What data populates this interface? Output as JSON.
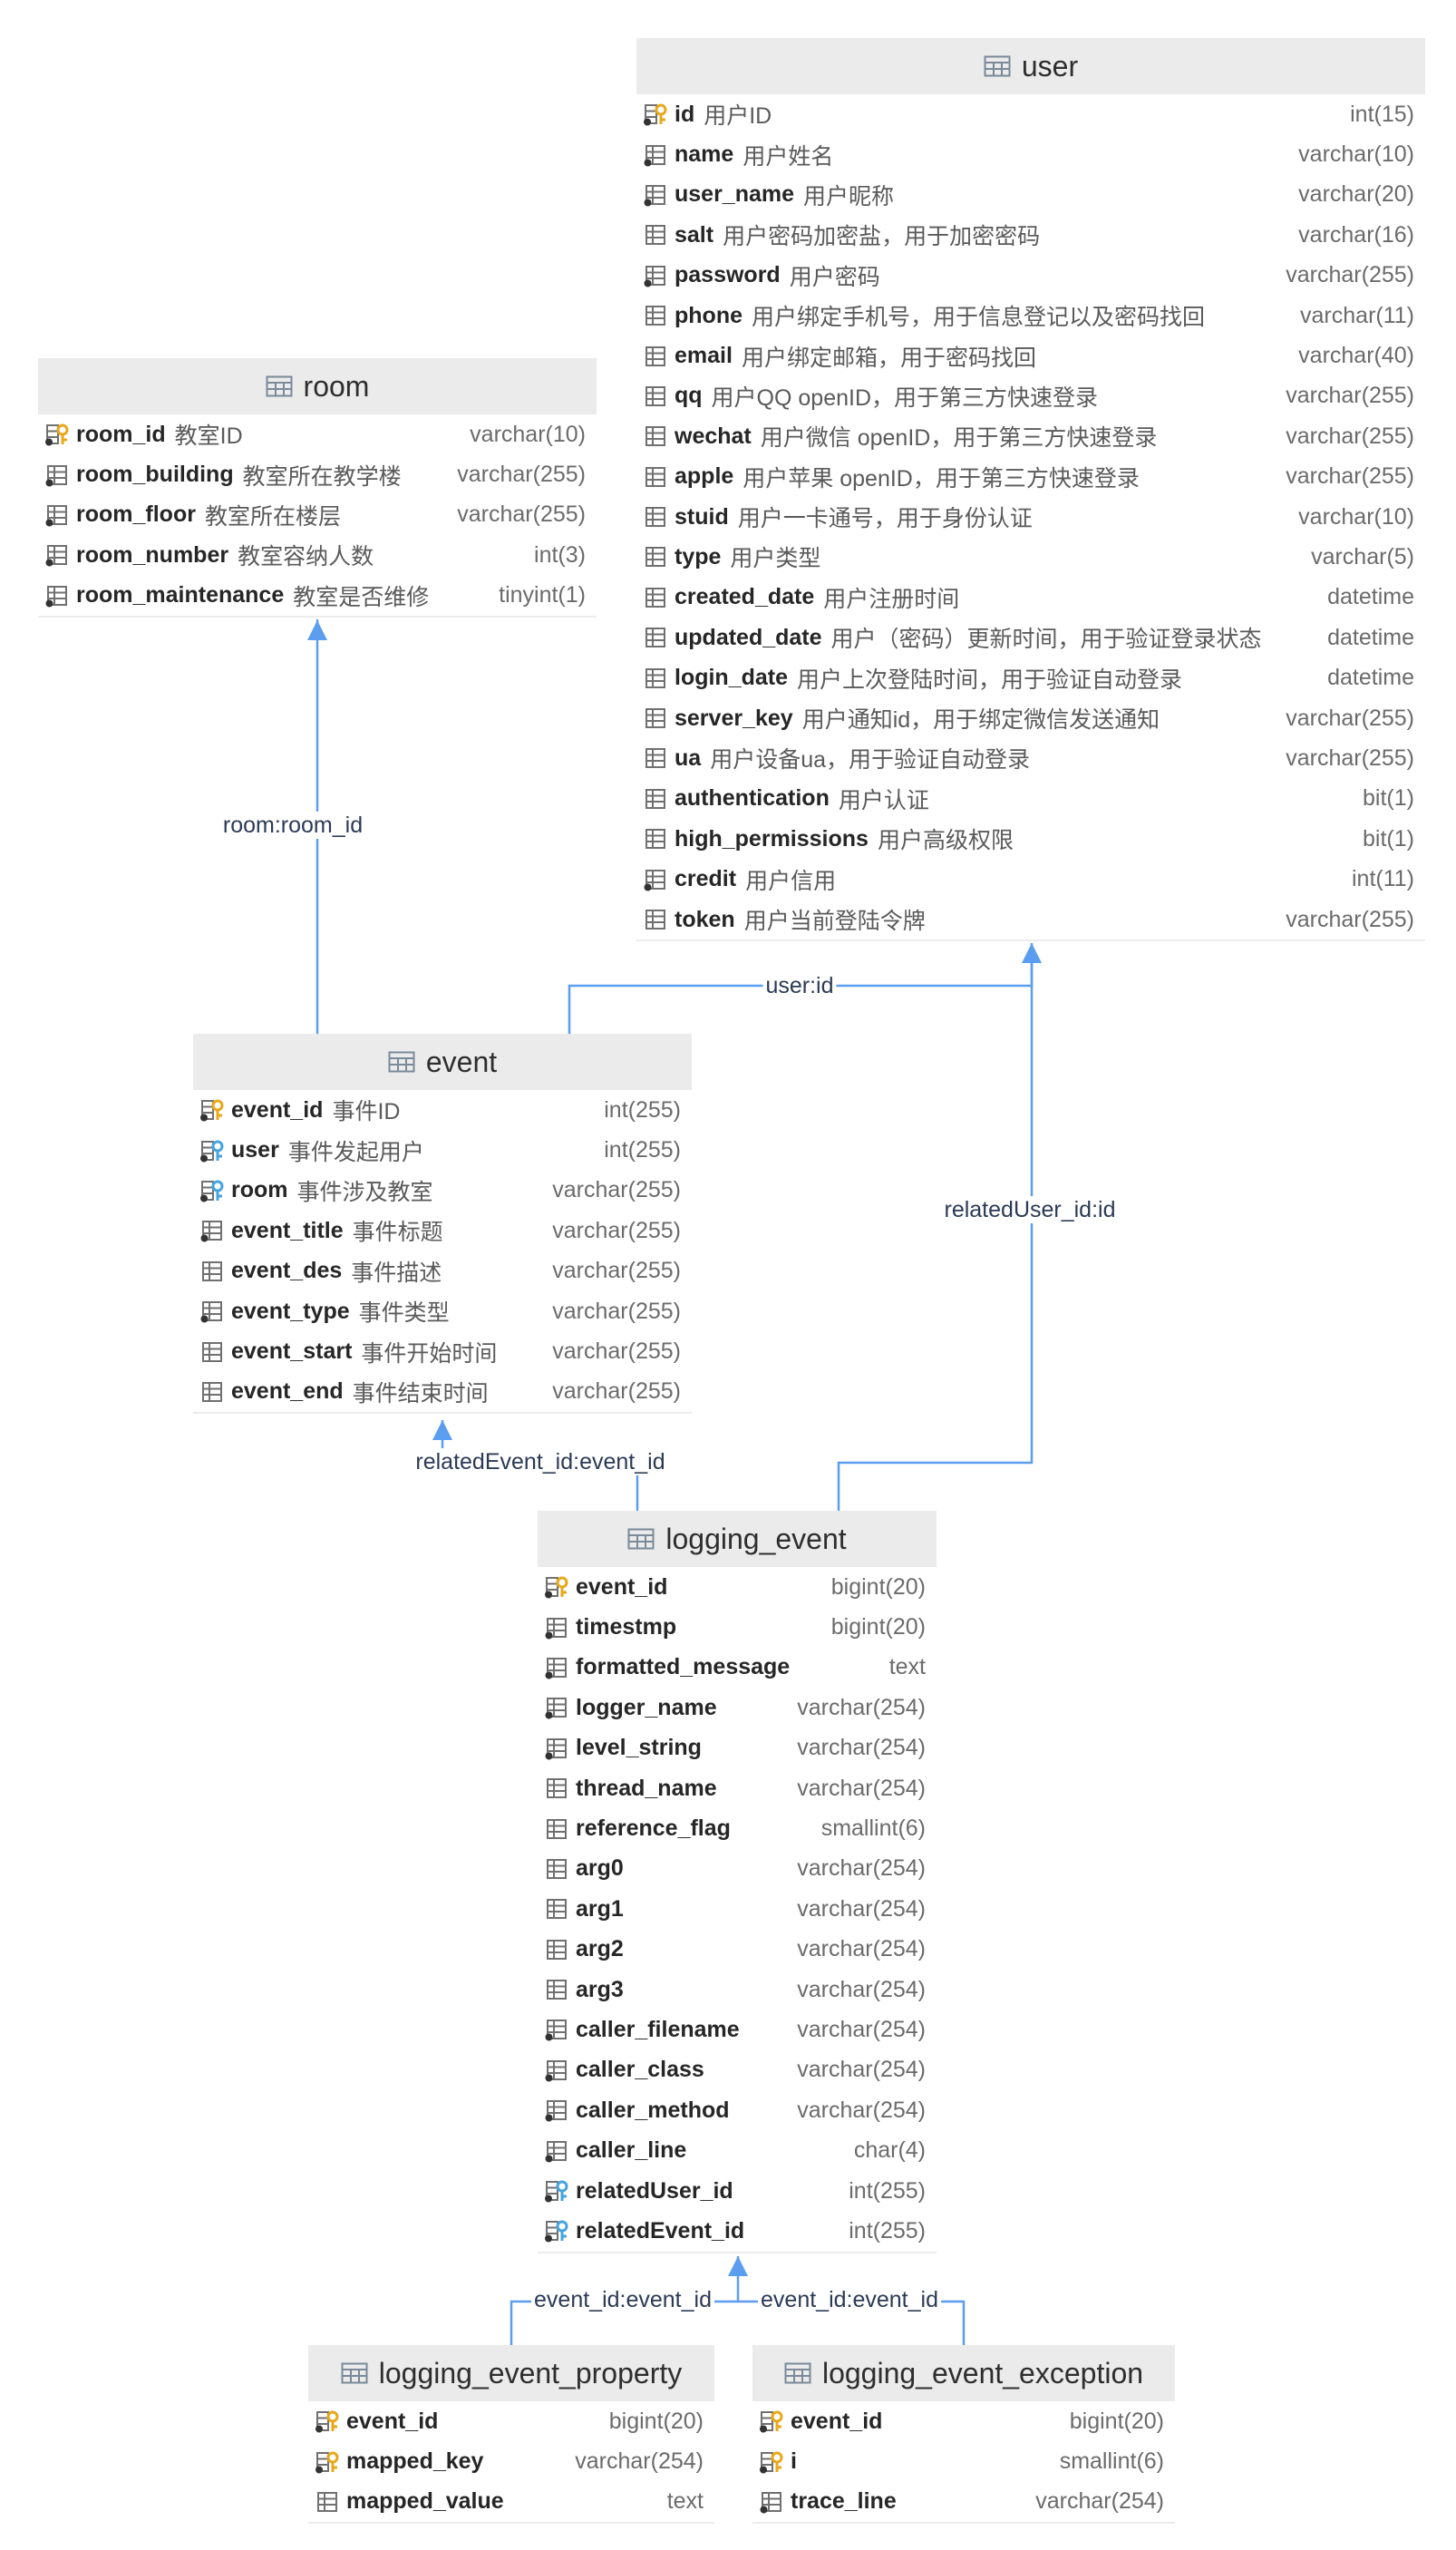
{
  "tables": {
    "user": {
      "name": "user",
      "columns": [
        {
          "name": "id",
          "comment": "用户ID",
          "type": "int(15)",
          "icon": "primary-key-icon"
        },
        {
          "name": "name",
          "comment": "用户姓名",
          "type": "varchar(10)",
          "icon": "not-null-column-icon"
        },
        {
          "name": "user_name",
          "comment": "用户昵称",
          "type": "varchar(20)",
          "icon": "not-null-column-icon"
        },
        {
          "name": "salt",
          "comment": "用户密码加密盐，用于加密密码",
          "type": "varchar(16)",
          "icon": "column-icon"
        },
        {
          "name": "password",
          "comment": "用户密码",
          "type": "varchar(255)",
          "icon": "not-null-column-icon"
        },
        {
          "name": "phone",
          "comment": "用户绑定手机号，用于信息登记以及密码找回",
          "type": "varchar(11)",
          "icon": "column-icon"
        },
        {
          "name": "email",
          "comment": "用户绑定邮箱，用于密码找回",
          "type": "varchar(40)",
          "icon": "column-icon"
        },
        {
          "name": "qq",
          "comment": "用户QQ openID，用于第三方快速登录",
          "type": "varchar(255)",
          "icon": "column-icon"
        },
        {
          "name": "wechat",
          "comment": "用户微信 openID，用于第三方快速登录",
          "type": "varchar(255)",
          "icon": "column-icon"
        },
        {
          "name": "apple",
          "comment": "用户苹果 openID，用于第三方快速登录",
          "type": "varchar(255)",
          "icon": "column-icon"
        },
        {
          "name": "stuid",
          "comment": "用户一卡通号，用于身份认证",
          "type": "varchar(10)",
          "icon": "column-icon"
        },
        {
          "name": "type",
          "comment": "用户类型",
          "type": "varchar(5)",
          "icon": "column-icon"
        },
        {
          "name": "created_date",
          "comment": "用户注册时间",
          "type": "datetime",
          "icon": "column-icon"
        },
        {
          "name": "updated_date",
          "comment": "用户（密码）更新时间，用于验证登录状态",
          "type": "datetime",
          "icon": "column-icon"
        },
        {
          "name": "login_date",
          "comment": "用户上次登陆时间，用于验证自动登录",
          "type": "datetime",
          "icon": "column-icon"
        },
        {
          "name": "server_key",
          "comment": "用户通知id，用于绑定微信发送通知",
          "type": "varchar(255)",
          "icon": "column-icon"
        },
        {
          "name": "ua",
          "comment": "用户设备ua，用于验证自动登录",
          "type": "varchar(255)",
          "icon": "column-icon"
        },
        {
          "name": "authentication",
          "comment": "用户认证",
          "type": "bit(1)",
          "icon": "column-icon"
        },
        {
          "name": "high_permissions",
          "comment": "用户高级权限",
          "type": "bit(1)",
          "icon": "column-icon"
        },
        {
          "name": "credit",
          "comment": "用户信用",
          "type": "int(11)",
          "icon": "not-null-column-icon"
        },
        {
          "name": "token",
          "comment": "用户当前登陆令牌",
          "type": "varchar(255)",
          "icon": "column-icon"
        }
      ]
    },
    "room": {
      "name": "room",
      "columns": [
        {
          "name": "room_id",
          "comment": "教室ID",
          "type": "varchar(10)",
          "icon": "primary-key-icon"
        },
        {
          "name": "room_building",
          "comment": "教室所在教学楼",
          "type": "varchar(255)",
          "icon": "not-null-column-icon"
        },
        {
          "name": "room_floor",
          "comment": "教室所在楼层",
          "type": "varchar(255)",
          "icon": "not-null-column-icon"
        },
        {
          "name": "room_number",
          "comment": "教室容纳人数",
          "type": "int(3)",
          "icon": "not-null-column-icon"
        },
        {
          "name": "room_maintenance",
          "comment": "教室是否维修",
          "type": "tinyint(1)",
          "icon": "not-null-column-icon"
        }
      ]
    },
    "event": {
      "name": "event",
      "columns": [
        {
          "name": "event_id",
          "comment": "事件ID",
          "type": "int(255)",
          "icon": "primary-key-icon"
        },
        {
          "name": "user",
          "comment": "事件发起用户",
          "type": "int(255)",
          "icon": "foreign-key-icon"
        },
        {
          "name": "room",
          "comment": "事件涉及教室",
          "type": "varchar(255)",
          "icon": "foreign-key-icon"
        },
        {
          "name": "event_title",
          "comment": "事件标题",
          "type": "varchar(255)",
          "icon": "not-null-column-icon"
        },
        {
          "name": "event_des",
          "comment": "事件描述",
          "type": "varchar(255)",
          "icon": "column-icon"
        },
        {
          "name": "event_type",
          "comment": "事件类型",
          "type": "varchar(255)",
          "icon": "not-null-column-icon"
        },
        {
          "name": "event_start",
          "comment": "事件开始时间",
          "type": "varchar(255)",
          "icon": "column-icon"
        },
        {
          "name": "event_end",
          "comment": "事件结束时间",
          "type": "varchar(255)",
          "icon": "column-icon"
        }
      ]
    },
    "logging_event": {
      "name": "logging_event",
      "columns": [
        {
          "name": "event_id",
          "comment": "",
          "type": "bigint(20)",
          "icon": "primary-key-icon"
        },
        {
          "name": "timestmp",
          "comment": "",
          "type": "bigint(20)",
          "icon": "not-null-column-icon"
        },
        {
          "name": "formatted_message",
          "comment": "",
          "type": "text",
          "icon": "not-null-column-icon"
        },
        {
          "name": "logger_name",
          "comment": "",
          "type": "varchar(254)",
          "icon": "not-null-column-icon"
        },
        {
          "name": "level_string",
          "comment": "",
          "type": "varchar(254)",
          "icon": "not-null-column-icon"
        },
        {
          "name": "thread_name",
          "comment": "",
          "type": "varchar(254)",
          "icon": "column-icon"
        },
        {
          "name": "reference_flag",
          "comment": "",
          "type": "smallint(6)",
          "icon": "column-icon"
        },
        {
          "name": "arg0",
          "comment": "",
          "type": "varchar(254)",
          "icon": "column-icon"
        },
        {
          "name": "arg1",
          "comment": "",
          "type": "varchar(254)",
          "icon": "column-icon"
        },
        {
          "name": "arg2",
          "comment": "",
          "type": "varchar(254)",
          "icon": "column-icon"
        },
        {
          "name": "arg3",
          "comment": "",
          "type": "varchar(254)",
          "icon": "column-icon"
        },
        {
          "name": "caller_filename",
          "comment": "",
          "type": "varchar(254)",
          "icon": "not-null-column-icon"
        },
        {
          "name": "caller_class",
          "comment": "",
          "type": "varchar(254)",
          "icon": "not-null-column-icon"
        },
        {
          "name": "caller_method",
          "comment": "",
          "type": "varchar(254)",
          "icon": "not-null-column-icon"
        },
        {
          "name": "caller_line",
          "comment": "",
          "type": "char(4)",
          "icon": "not-null-column-icon"
        },
        {
          "name": "relatedUser_id",
          "comment": "",
          "type": "int(255)",
          "icon": "foreign-key-icon"
        },
        {
          "name": "relatedEvent_id",
          "comment": "",
          "type": "int(255)",
          "icon": "foreign-key-icon"
        }
      ]
    },
    "logging_event_property": {
      "name": "logging_event_property",
      "columns": [
        {
          "name": "event_id",
          "comment": "",
          "type": "bigint(20)",
          "icon": "primary-key-icon"
        },
        {
          "name": "mapped_key",
          "comment": "",
          "type": "varchar(254)",
          "icon": "primary-key-icon"
        },
        {
          "name": "mapped_value",
          "comment": "",
          "type": "text",
          "icon": "column-icon"
        }
      ]
    },
    "logging_event_exception": {
      "name": "logging_event_exception",
      "columns": [
        {
          "name": "event_id",
          "comment": "",
          "type": "bigint(20)",
          "icon": "primary-key-icon"
        },
        {
          "name": "i",
          "comment": "",
          "type": "smallint(6)",
          "icon": "primary-key-icon"
        },
        {
          "name": "trace_line",
          "comment": "",
          "type": "varchar(254)",
          "icon": "not-null-column-icon"
        }
      ]
    }
  },
  "relations": [
    {
      "label": "room:room_id",
      "from": "event",
      "to": "room"
    },
    {
      "label": "user:id",
      "from": "event",
      "to": "user"
    },
    {
      "label": "relatedUser_id:id",
      "from": "logging_event",
      "to": "user"
    },
    {
      "label": "relatedEvent_id:event_id",
      "from": "logging_event",
      "to": "event"
    },
    {
      "label": "event_id:event_id",
      "from": "logging_event_property",
      "to": "logging_event"
    },
    {
      "label": "event_id:event_id",
      "from": "logging_event_exception",
      "to": "logging_event"
    }
  ],
  "colors": {
    "edge": "#5b9ef0",
    "header_bg": "#ebebeb",
    "key_gold": "#e8a81a",
    "key_blue": "#45a4e0",
    "icon_grey": "#6f6f6f"
  }
}
